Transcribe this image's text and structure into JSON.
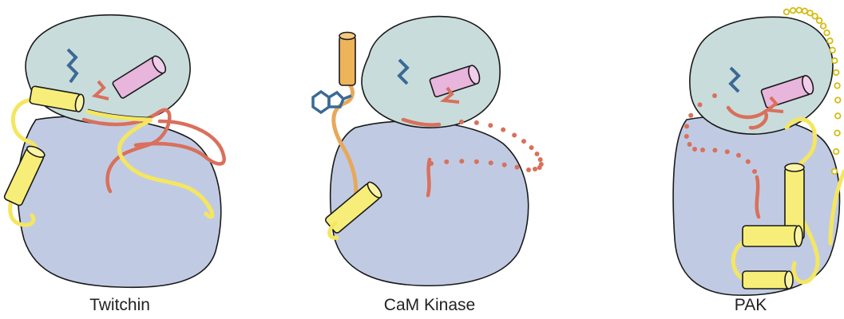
{
  "panels": [
    {
      "id": "twitchin",
      "label": "Twitchin"
    },
    {
      "id": "cam-kinase",
      "label": "CaM Kinase"
    },
    {
      "id": "pak",
      "label": "PAK"
    }
  ],
  "colors": {
    "n_lobe": "#c9dcdc",
    "c_lobe": "#c0cbe3",
    "helix_yellow": "#f7ee79",
    "helix_orange": "#eeb45a",
    "linker_yellow": "#f5e660",
    "linker_orange": "#e8a85c",
    "pink_helix": "#e8b5dc",
    "red_segment": "#d9705c",
    "blue_segment": "#3a6a95",
    "dot_red": "#d9705c",
    "dot_yellow": "#f1dd3a"
  }
}
